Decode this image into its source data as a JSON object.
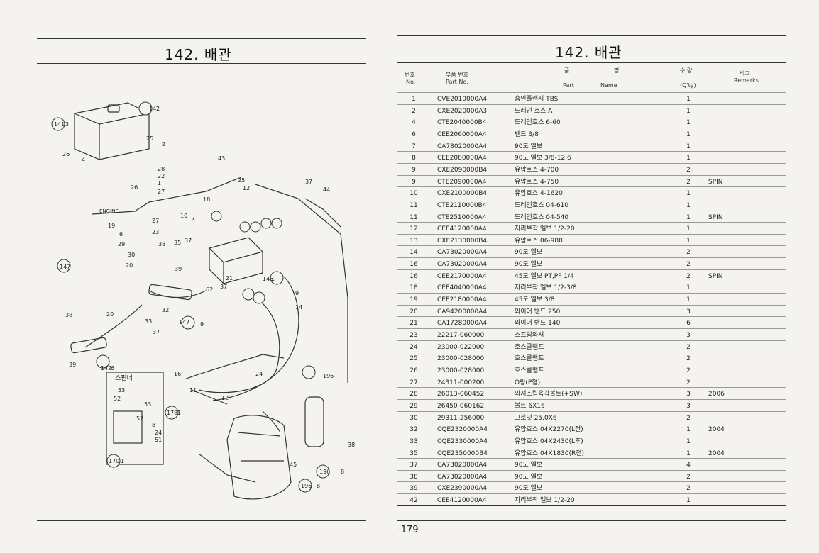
{
  "left_page": {
    "title": "142. 배관",
    "diagram_labels": {
      "engine": "ENGINE",
      "spinner": "스핀너"
    },
    "callouts": [
      "141",
      "2",
      "141",
      "3",
      "26",
      "4",
      "25",
      "2",
      "28",
      "22",
      "26",
      "1",
      "27",
      "18",
      "43",
      "25",
      "12",
      "37",
      "44",
      "10",
      "7",
      "19",
      "27",
      "6",
      "23",
      "29",
      "38",
      "35",
      "37",
      "30",
      "20",
      "147",
      "39",
      "21",
      "62",
      "37",
      "145",
      "1",
      "9",
      "14",
      "38",
      "20",
      "32",
      "33",
      "37",
      "147",
      "9",
      "142",
      "6",
      "39",
      "16",
      "24",
      "11",
      "12",
      "196",
      "53",
      "52",
      "53",
      "52",
      "8",
      "24",
      "51",
      "170",
      "1",
      "178",
      "1",
      "45",
      "196",
      "8",
      "196",
      "8",
      "38"
    ]
  },
  "right_page": {
    "title": "142. 배관",
    "header": {
      "no_ko": "번호",
      "no_en": "No.",
      "part_no_ko": "부품 번호",
      "part_no_en": "Part  No.",
      "part_ko": "품",
      "name_ko": "명",
      "part_en": "Part",
      "name_en": "Name",
      "qty_ko": "수  량",
      "qty_en": "(Q'ty)",
      "remarks_ko": "비고",
      "remarks_en": "Remarks"
    },
    "rows": [
      {
        "no": "1",
        "part_no": "CVE2010000A4",
        "name": "흡인플랜지 TBS",
        "qty": "1",
        "remarks": ""
      },
      {
        "no": "2",
        "part_no": "CXE2020000A3",
        "name": "드레인 호스 A",
        "qty": "1",
        "remarks": ""
      },
      {
        "no": "4",
        "part_no": "CTE2040000B4",
        "name": "드레인호스 6-60",
        "qty": "1",
        "remarks": ""
      },
      {
        "no": "6",
        "part_no": "CEE2060000A4",
        "name": "밴드 3/8",
        "qty": "1",
        "remarks": ""
      },
      {
        "no": "7",
        "part_no": "CA73020000A4",
        "name": "90도 엘보",
        "qty": "1",
        "remarks": ""
      },
      {
        "no": "8",
        "part_no": "CEE2080000A4",
        "name": "90도 엘보 3/8-12.6",
        "qty": "1",
        "remarks": ""
      },
      {
        "no": "9",
        "part_no": "CXE2090000B4",
        "name": "유압호스 4-700",
        "qty": "2",
        "remarks": ""
      },
      {
        "no": "9",
        "part_no": "CTE2090000A4",
        "name": "유압호스 4-750",
        "qty": "2",
        "remarks": "SPIN"
      },
      {
        "no": "10",
        "part_no": "CXE2100000B4",
        "name": "유압호스 4-1620",
        "qty": "1",
        "remarks": ""
      },
      {
        "no": "11",
        "part_no": "CTE2110000B4",
        "name": "드레인호스 04-610",
        "qty": "1",
        "remarks": ""
      },
      {
        "no": "11",
        "part_no": "CTE2510000A4",
        "name": "드레인호스 04-540",
        "qty": "1",
        "remarks": "SPIN"
      },
      {
        "no": "12",
        "part_no": "CEE4120000A4",
        "name": "자리부착 엘보 1/2-20",
        "qty": "1",
        "remarks": ""
      },
      {
        "no": "13",
        "part_no": "CXE2130000B4",
        "name": "유압호스 06-980",
        "qty": "1",
        "remarks": ""
      },
      {
        "no": "14",
        "part_no": "CA73020000A4",
        "name": "90도 엘보",
        "qty": "2",
        "remarks": ""
      },
      {
        "no": "16",
        "part_no": "CA73020000A4",
        "name": "90도 엘보",
        "qty": "2",
        "remarks": ""
      },
      {
        "no": "16",
        "part_no": "CEE2170000A4",
        "name": "45도 엘보 PT,PF 1/4",
        "qty": "2",
        "remarks": "SPIN"
      },
      {
        "no": "18",
        "part_no": "CEE4040000A4",
        "name": "자리부착 엘보 1/2-3/8",
        "qty": "1",
        "remarks": ""
      },
      {
        "no": "19",
        "part_no": "CEE2180000A4",
        "name": "45도 엘보 3/8",
        "qty": "1",
        "remarks": ""
      },
      {
        "no": "20",
        "part_no": "CA94200000A4",
        "name": "와이어 밴드 250",
        "qty": "3",
        "remarks": ""
      },
      {
        "no": "21",
        "part_no": "CA17280000A4",
        "name": "와이어 밴드 140",
        "qty": "6",
        "remarks": ""
      },
      {
        "no": "23",
        "part_no": "22217-060000",
        "name": "스프링와셔",
        "qty": "3",
        "remarks": ""
      },
      {
        "no": "24",
        "part_no": "23000-022000",
        "name": "호스클램프",
        "qty": "2",
        "remarks": ""
      },
      {
        "no": "25",
        "part_no": "23000-028000",
        "name": "호스클램프",
        "qty": "2",
        "remarks": ""
      },
      {
        "no": "26",
        "part_no": "23000-028000",
        "name": "호스클램프",
        "qty": "2",
        "remarks": ""
      },
      {
        "no": "27",
        "part_no": "24311-000200",
        "name": "O링(P형)",
        "qty": "2",
        "remarks": ""
      },
      {
        "no": "28",
        "part_no": "26013-060452",
        "name": "와셔조립육각볼트(+SW)",
        "qty": "3",
        "remarks": "2006"
      },
      {
        "no": "29",
        "part_no": "26450-060162",
        "name": "볼트 6X16",
        "qty": "3",
        "remarks": ""
      },
      {
        "no": "30",
        "part_no": "29311-256000",
        "name": "그로밋 25.0X6",
        "qty": "2",
        "remarks": ""
      },
      {
        "no": "32",
        "part_no": "CQE2320000A4",
        "name": "유압호스 04X2270(L전)",
        "qty": "1",
        "remarks": "2004"
      },
      {
        "no": "33",
        "part_no": "CQE2330000A4",
        "name": "유압호스 04X2430(L후)",
        "qty": "1",
        "remarks": ""
      },
      {
        "no": "35",
        "part_no": "CQE2350000B4",
        "name": "유압호스 04X1830(R전)",
        "qty": "1",
        "remarks": "2004"
      },
      {
        "no": "37",
        "part_no": "CA73020000A4",
        "name": "90도 엘보",
        "qty": "4",
        "remarks": ""
      },
      {
        "no": "38",
        "part_no": "CA73020000A4",
        "name": "90도 엘보",
        "qty": "2",
        "remarks": ""
      },
      {
        "no": "39",
        "part_no": "CXE2390000A4",
        "name": "90도 엘보",
        "qty": "2",
        "remarks": ""
      },
      {
        "no": "42",
        "part_no": "CEE4120000A4",
        "name": "자리부착 엘보 1/2-20",
        "qty": "1",
        "remarks": ""
      }
    ],
    "page_number": "-179-"
  }
}
